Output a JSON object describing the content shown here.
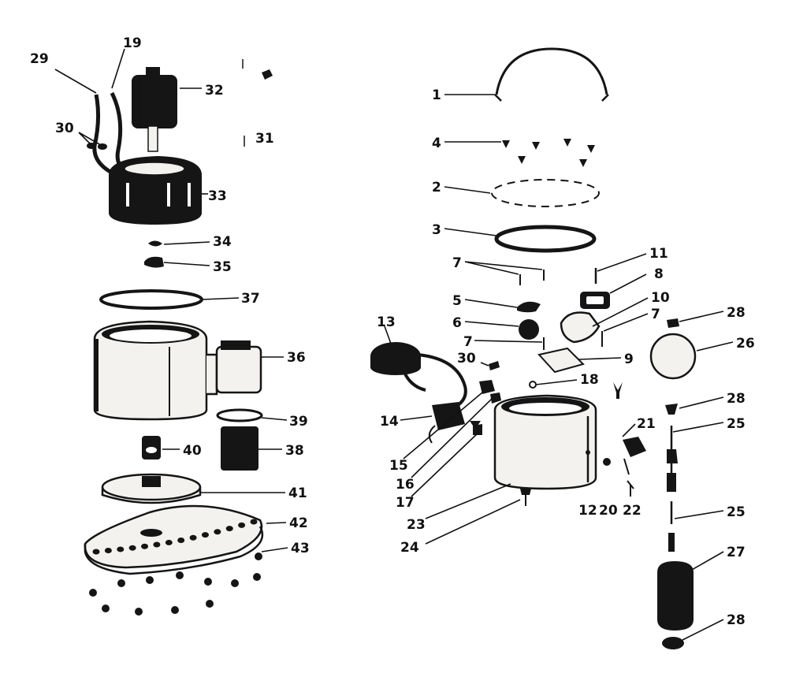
{
  "colors": {
    "ink": "#151515",
    "paper": "#ffffff",
    "shade": "#f4f2ee"
  },
  "callouts": {
    "p1": "1",
    "p2": "2",
    "p3": "3",
    "p4": "4",
    "p5": "5",
    "p6": "6",
    "p7a": "7",
    "p7b": "7",
    "p7c": "7",
    "p8": "8",
    "p9": "9",
    "p10": "10",
    "p11": "11",
    "p12": "12",
    "p13": "13",
    "p14": "14",
    "p15": "15",
    "p16": "16",
    "p17": "17",
    "p18": "18",
    "p19": "19",
    "p20": "20",
    "p21": "21",
    "p22": "22",
    "p23": "23",
    "p24": "24",
    "p25a": "25",
    "p25b": "25",
    "p26": "26",
    "p27": "27",
    "p28a": "28",
    "p28b": "28",
    "p28c": "28",
    "p29": "29",
    "p30a": "30",
    "p30b": "30",
    "p31": "31",
    "p32": "32",
    "p33": "33",
    "p34": "34",
    "p35": "35",
    "p36": "36",
    "p37": "37",
    "p38": "38",
    "p39": "39",
    "p40": "40",
    "p41": "41",
    "p42": "42",
    "p43": "43"
  }
}
